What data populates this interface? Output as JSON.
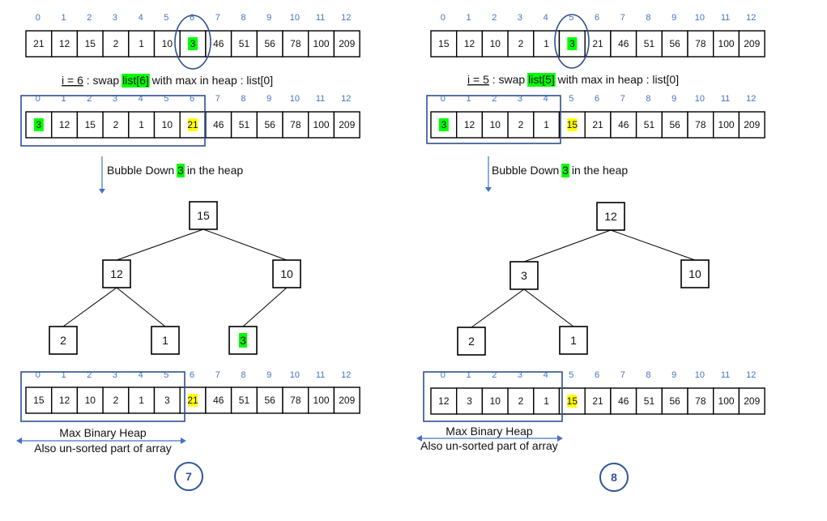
{
  "panels": [
    {
      "step": "7",
      "top_indices": [
        "0",
        "1",
        "2",
        "3",
        "4",
        "5",
        "6",
        "7",
        "8",
        "9",
        "10",
        "11",
        "12"
      ],
      "array1": [
        "21",
        "12",
        "15",
        "2",
        "1",
        "10",
        "3",
        "46",
        "51",
        "56",
        "78",
        "100",
        "209"
      ],
      "caption": {
        "prefix": "i = 6",
        "mid": " : swap ",
        "hl": "list[6]",
        "suffix": " with max in heap : list[0]"
      },
      "array2": [
        "3",
        "12",
        "15",
        "2",
        "1",
        "10",
        "21",
        "46",
        "51",
        "56",
        "78",
        "100",
        "209"
      ],
      "bubble": {
        "before": "Bubble Down ",
        "hl": "3",
        "after": " in the heap"
      },
      "tree": {
        "root": "15",
        "left": "12",
        "right": "10",
        "ll": "2",
        "lr": "1",
        "rl": "3"
      },
      "array3": [
        "15",
        "12",
        "10",
        "2",
        "1",
        "3",
        "21",
        "46",
        "51",
        "56",
        "78",
        "100",
        "209"
      ],
      "heap_label": "Max Binary Heap",
      "unsorted_label": "Also un-sorted part of array"
    },
    {
      "step": "8",
      "top_indices": [
        "0",
        "1",
        "2",
        "3",
        "4",
        "5",
        "6",
        "7",
        "8",
        "9",
        "10",
        "11",
        "12"
      ],
      "array1": [
        "15",
        "12",
        "10",
        "2",
        "1",
        "3",
        "21",
        "46",
        "51",
        "56",
        "78",
        "100",
        "209"
      ],
      "caption": {
        "prefix": "i = 5",
        "mid": " : swap ",
        "hl": "list[5]",
        "suffix": " with max in heap : list[0]"
      },
      "array2": [
        "3",
        "12",
        "10",
        "2",
        "1",
        "15",
        "21",
        "46",
        "51",
        "56",
        "78",
        "100",
        "209"
      ],
      "bubble": {
        "before": "Bubble Down ",
        "hl": "3",
        "after": " in the heap"
      },
      "tree": {
        "root": "12",
        "left": "3",
        "right": "10",
        "ll": "2",
        "lr": "1",
        "rl": ""
      },
      "array3": [
        "12",
        "3",
        "10",
        "2",
        "1",
        "15",
        "21",
        "46",
        "51",
        "56",
        "78",
        "100",
        "209"
      ],
      "heap_label": "Max Binary Heap",
      "unsorted_label": "Also un-sorted part of array"
    }
  ],
  "colors": {
    "index": "#4472c4",
    "frame": "#2f4f8f",
    "green": "#00ff00",
    "yellow": "#ffff00",
    "badge": "#2f5597"
  }
}
